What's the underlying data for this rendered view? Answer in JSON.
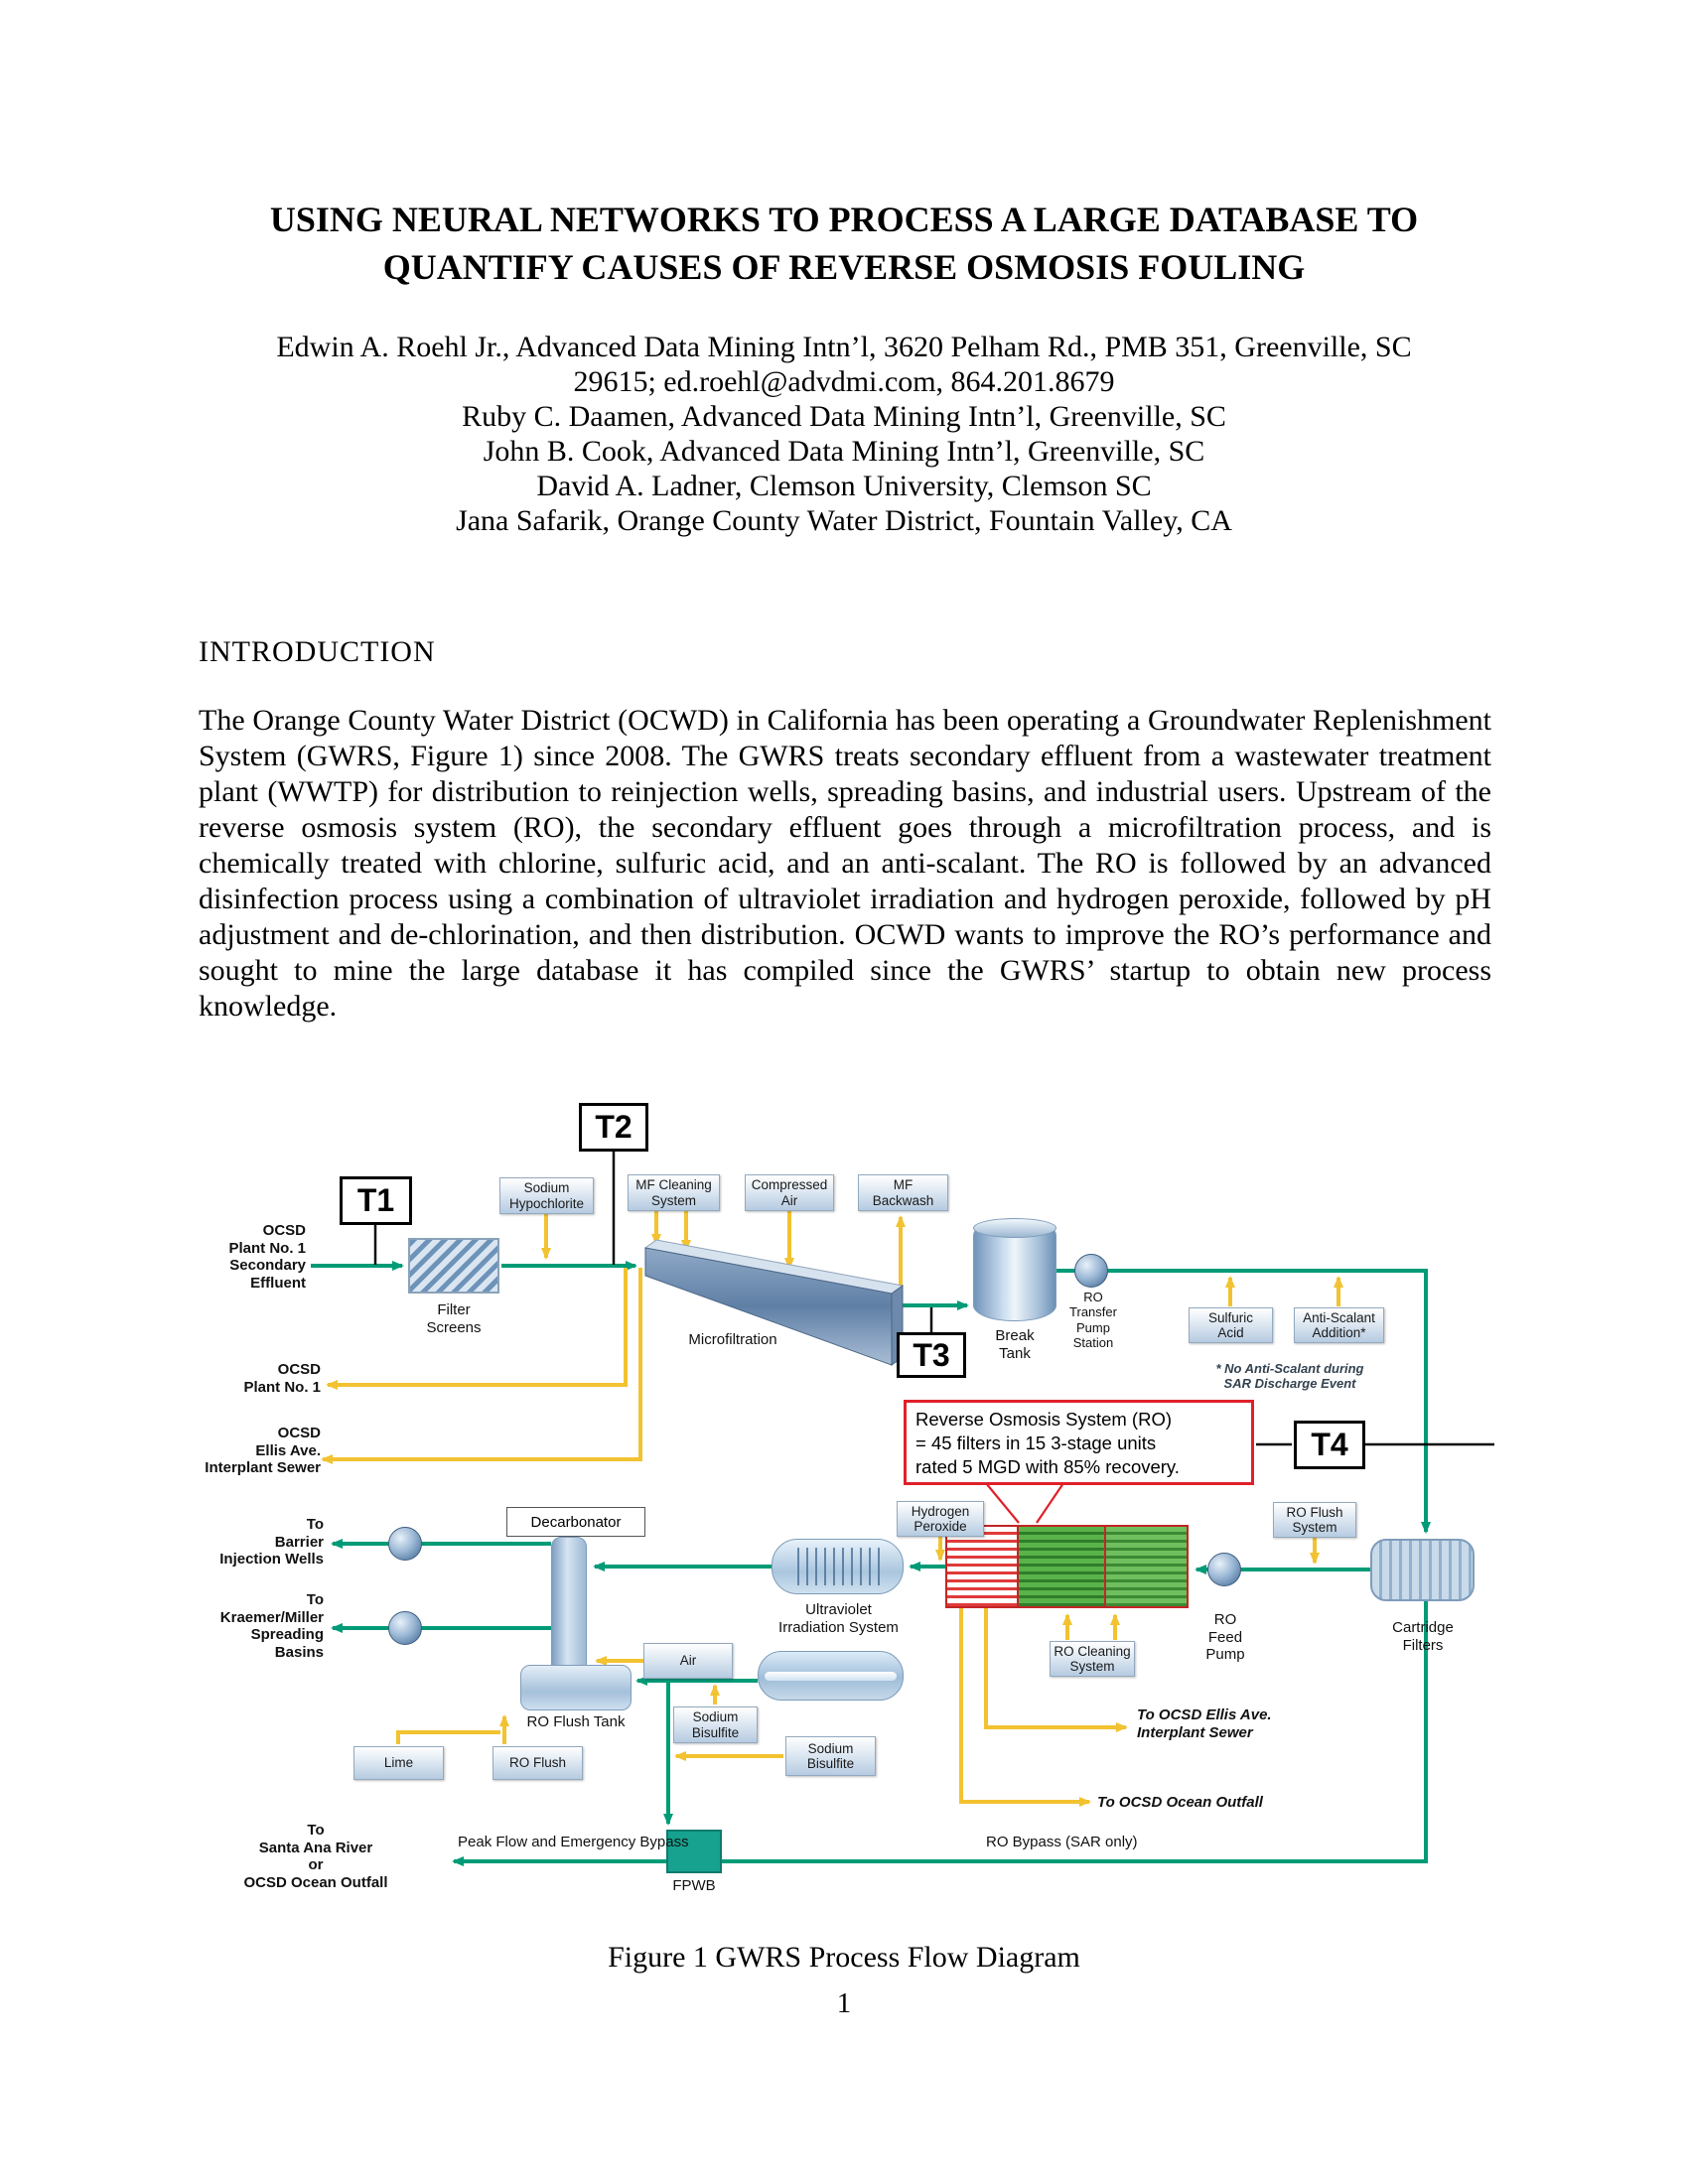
{
  "page": {
    "title_line1": "USING NEURAL NETWORKS TO PROCESS A LARGE DATABASE TO",
    "title_line2": "QUANTIFY CAUSES OF REVERSE OSMOSIS FOULING",
    "page_number": "1"
  },
  "authors": [
    "Edwin A. Roehl Jr., Advanced Data Mining Intn’l, 3620 Pelham Rd., PMB 351, Greenville, SC",
    "29615; ed.roehl@advdmi.com, 864.201.8679",
    "Ruby C. Daamen, Advanced Data Mining Intn’l, Greenville, SC",
    "John B. Cook, Advanced Data Mining Intn’l, Greenville, SC",
    "David A. Ladner, Clemson University, Clemson SC",
    "Jana Safarik, Orange County Water District, Fountain Valley, CA"
  ],
  "introduction": {
    "heading": "INTRODUCTION",
    "paragraph": "The Orange County Water District (OCWD) in California has been operating a Groundwater Replenishment System (GWRS, Figure 1) since 2008. The GWRS treats secondary effluent from a wastewater treatment plant (WWTP) for distribution to reinjection wells, spreading basins, and industrial users. Upstream of the reverse osmosis system (RO), the secondary effluent goes through a microfiltration process, and is chemically treated with chlorine, sulfuric acid, and an anti-scalant. The RO is followed by an advanced disinfection process using a combination of ultraviolet irradiation and hydrogen peroxide, followed by pH adjustment and de-chlorination, and then distribution. OCWD wants to improve the RO’s performance and sought to mine the large database it has compiled since the GWRS’ startup to obtain new process knowledge."
  },
  "figure": {
    "caption": "Figure 1 GWRS Process Flow Diagram",
    "tags": {
      "t1": "T1",
      "t2": "T2",
      "t3": "T3",
      "t4": "T4"
    },
    "chem_boxes": {
      "sodium_hypochlorite": "Sodium\nHypochlorite",
      "mf_cleaning_system": "MF Cleaning\nSystem",
      "compressed_air": "Compressed\nAir",
      "mf_backwash": "MF\nBackwash",
      "sulfuric_acid": "Sulfuric\nAcid",
      "anti_scalant_addition": "Anti-Scalant\nAddition*",
      "hydrogen_peroxide": "Hydrogen\nPeroxide",
      "ro_flush_system": "RO Flush\nSystem",
      "air": "Air",
      "ro_cleaning_system": "RO Cleaning\nSystem",
      "sodium_bisulfite_1": "Sodium\nBisulfite",
      "sodium_bisulfite_2": "Sodium\nBisulfite",
      "lime": "Lime",
      "ro_flush": "RO Flush"
    },
    "stream_labels": {
      "ocsd_plant1_secondary_effluent": "OCSD\nPlant No. 1\nSecondary\nEffluent",
      "ocsd_plant1": "OCSD\nPlant No. 1",
      "ocsd_ellis_interplant_sewer": "OCSD\nEllis Ave.\nInterplant Sewer",
      "to_barrier_injection_wells": "To\nBarrier\nInjection Wells",
      "to_kraemer_miller": "To\nKraemer/Miller\nSpreading\nBasins",
      "to_santa_ana": "To\nSanta Ana River\nor\nOCSD Ocean Outfall",
      "to_ocsd_ellis": "To OCSD Ellis Ave.\nInterplant Sewer",
      "to_ocsd_ocean_outfall": "To OCSD Ocean Outfall",
      "peak_flow_bypass": "Peak Flow and Emergency Bypass",
      "ro_bypass": "RO Bypass (SAR only)"
    },
    "equipment_labels": {
      "filter_screens": "Filter\nScreens",
      "microfiltration": "Microfiltration",
      "break_tank": "Break\nTank",
      "ro_transfer_pump_station": "RO\nTransfer\nPump\nStation",
      "decarbonator": "Decarbonator",
      "ultraviolet": "Ultraviolet\nIrradiation System",
      "ro_feed_pump": "RO\nFeed\nPump",
      "cartridge_filters": "Cartridge\nFilters",
      "ro_flush_tank": "RO Flush Tank",
      "fpwb": "FPWB"
    },
    "notes": {
      "anti_scalant_note": "* No Anti-Scalant during\nSAR Discharge Event",
      "ro_description": "Reverse Osmosis System (RO)\n= 45 filters in 15 3-stage units\nrated 5 MGD with 85% recovery."
    },
    "colors": {
      "flow_green": "#009B77",
      "flow_yellow": "#F2C230",
      "annotation_red": "#E0202A",
      "vessel_blue": "#9FBBD8",
      "fpwb_teal": "#16A28F"
    }
  }
}
